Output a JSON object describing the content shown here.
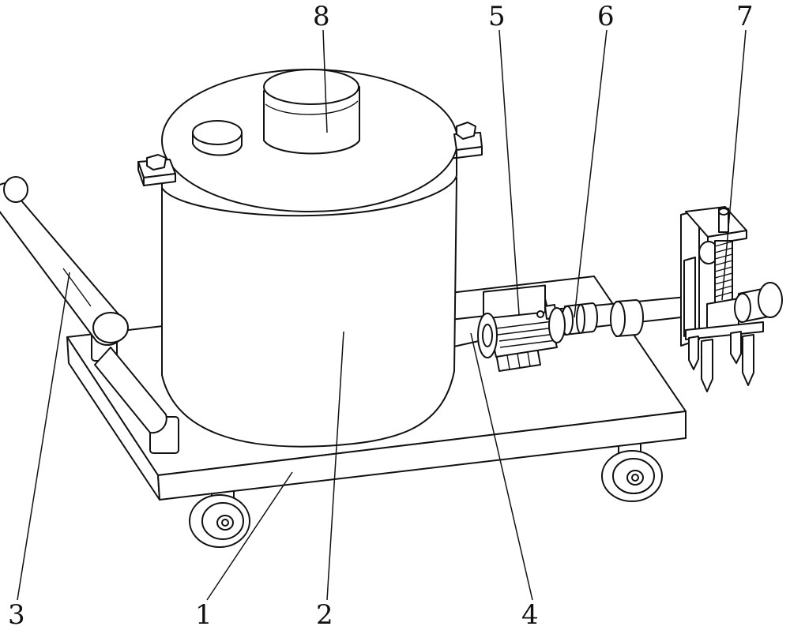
{
  "labels": {
    "base": "1",
    "tank": "2",
    "handle": "3",
    "pipe": "4",
    "motor": "5",
    "shaft": "6",
    "spring_assembly": "7",
    "lid_cap": "8"
  }
}
